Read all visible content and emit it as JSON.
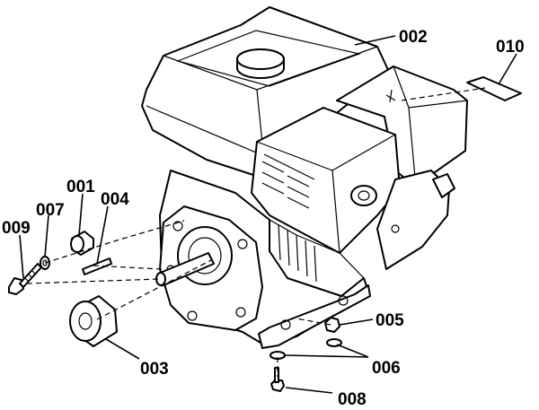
{
  "labels": {
    "p001": "001",
    "p002": "002",
    "p003": "003",
    "p004": "004",
    "p005": "005",
    "p006": "006",
    "p007": "007",
    "p008": "008",
    "p009": "009",
    "p010": "010"
  }
}
